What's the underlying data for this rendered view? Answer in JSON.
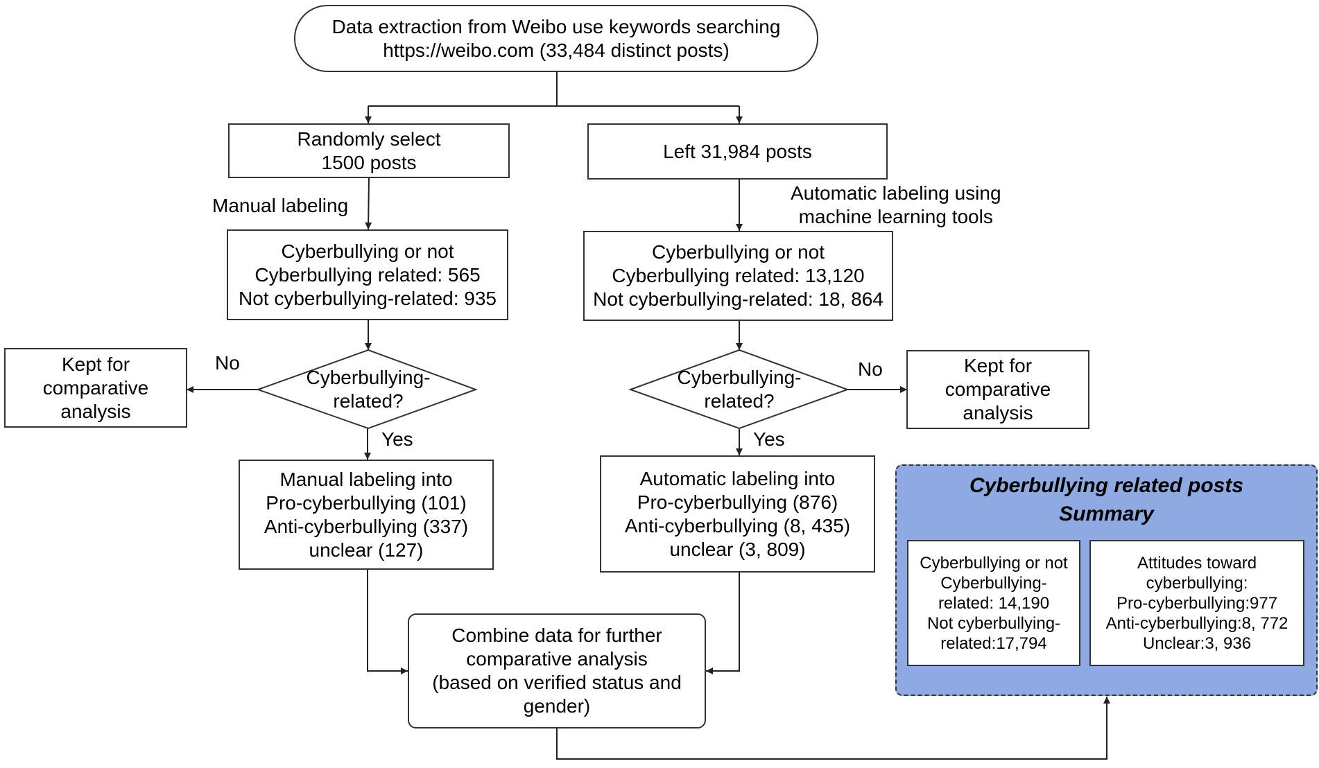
{
  "start": {
    "line1": "Data extraction from Weibo use keywords searching",
    "line2": "https://weibo.com (33,484 distinct posts)"
  },
  "left": {
    "select": {
      "line1": "Randomly select",
      "line2": "1500 posts"
    },
    "manual_label": "Manual labeling",
    "cyber": {
      "line1": "Cyberbullying or not",
      "line2": "Cyberbullying related: 565",
      "line3": "Not cyberbullying-related: 935"
    },
    "decision": {
      "line1": "Cyberbullying-",
      "line2": "related?"
    },
    "no": "No",
    "yes": "Yes",
    "kept": {
      "line1": "Kept for",
      "line2": "comparative",
      "line3": "analysis"
    },
    "labeling": {
      "line1": "Manual labeling into",
      "line2": "Pro-cyberbullying (101)",
      "line3": "Anti-cyberbullying (337)",
      "line4": "unclear (127)"
    }
  },
  "right": {
    "left_posts": "Left 31,984 posts",
    "auto_label": {
      "line1": "Automatic labeling using",
      "line2": "machine learning tools"
    },
    "cyber": {
      "line1": "Cyberbullying or not",
      "line2": "Cyberbullying related: 13,120",
      "line3": "Not cyberbullying-related: 18, 864"
    },
    "decision": {
      "line1": "Cyberbullying-",
      "line2": "related?"
    },
    "no": "No",
    "yes": "Yes",
    "kept": {
      "line1": "Kept for",
      "line2": "comparative",
      "line3": "analysis"
    },
    "labeling": {
      "line1": "Automatic labeling into",
      "line2": "Pro-cyberbullying (876)",
      "line3": "Anti-cyberbullying (8, 435)",
      "line4": "unclear (3, 809)"
    }
  },
  "combine": {
    "line1": "Combine data for further",
    "line2": "comparative analysis",
    "line3": "(based on verified status and",
    "line4": "gender)"
  },
  "summary": {
    "title1": "Cyberbullying related posts",
    "title2": "Summary",
    "panel_color": "#8faae2",
    "box1": {
      "line1": "Cyberbullying or not",
      "line2": "Cyberbullying-",
      "line3": "related: 14,190",
      "line4": "Not cyberbullying-",
      "line5": "related:17,794"
    },
    "box2": {
      "line1": "Attitudes toward",
      "line2": "cyberbullying:",
      "line3": "Pro-cyberbullying:977",
      "line4": "Anti-cyberbullying:8, 772",
      "line5": "Unclear:3, 936"
    }
  }
}
